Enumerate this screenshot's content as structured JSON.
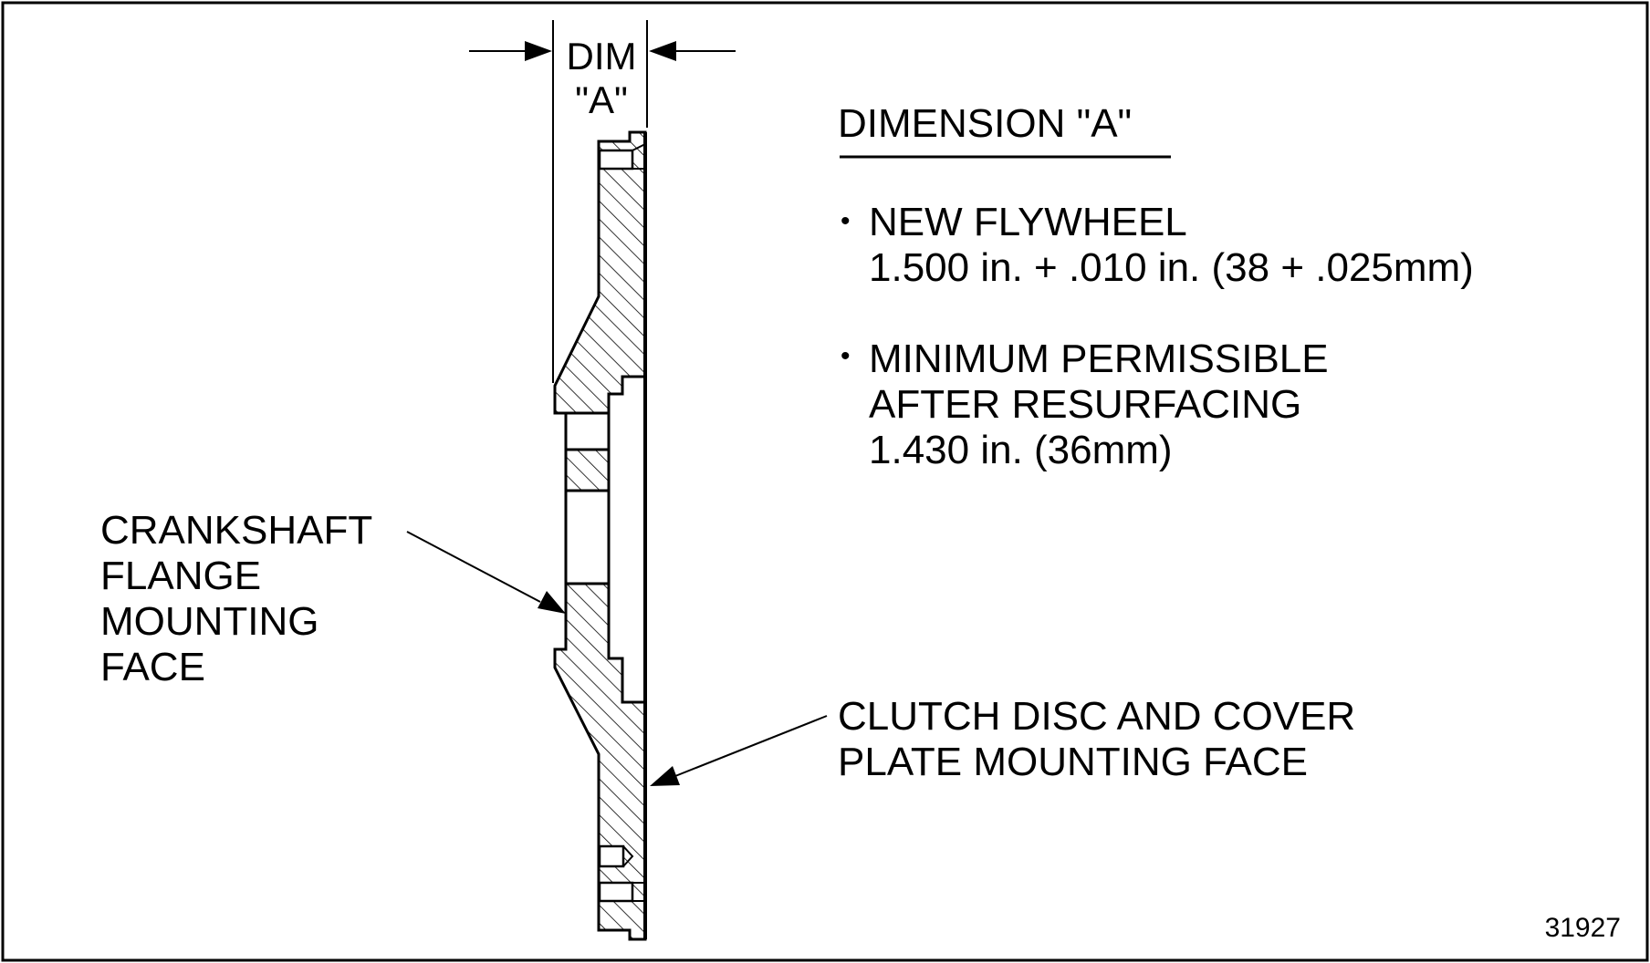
{
  "dim_label": {
    "line1": "DIM",
    "line2": "\"A\""
  },
  "dimension_block": {
    "title": "DIMENSION \"A\"",
    "items": [
      {
        "bullet": "•",
        "lines": [
          "NEW FLYWHEEL",
          "1.500 in. + .010 in. (38 + .025mm)"
        ]
      },
      {
        "bullet": "•",
        "lines": [
          "MINIMUM PERMISSIBLE",
          "AFTER RESURFACING",
          "1.430 in. (36mm)"
        ]
      }
    ]
  },
  "callouts": {
    "crankshaft": [
      "CRANKSHAFT",
      "FLANGE",
      "MOUNTING",
      "FACE"
    ],
    "clutch": [
      "CLUTCH DISC AND COVER",
      "PLATE MOUNTING FACE"
    ]
  },
  "figure_number": "31927",
  "colors": {
    "ink": "#000000",
    "paper": "#ffffff"
  }
}
